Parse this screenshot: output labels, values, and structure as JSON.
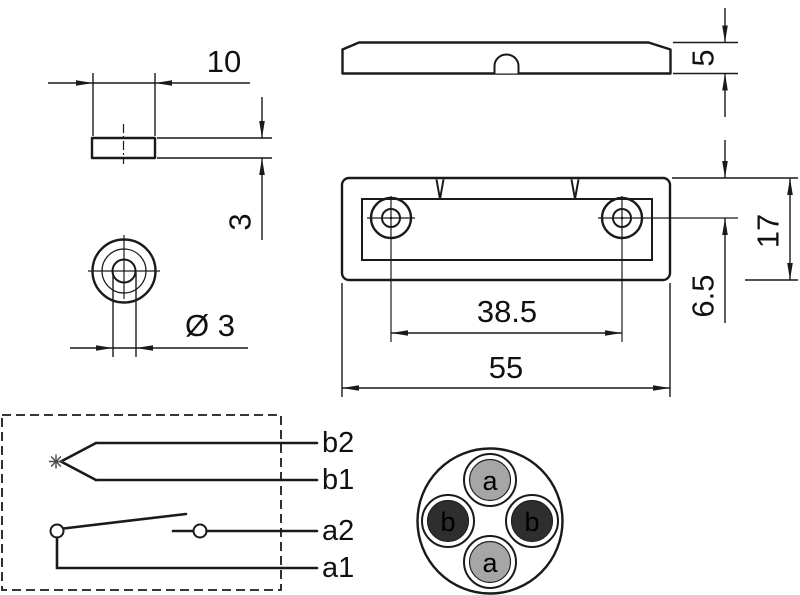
{
  "drawing": {
    "line_color": "#1a1a1a",
    "background": "#ffffff",
    "magnet_side_view": {
      "width_dim": "10",
      "thickness_dim": "3"
    },
    "magnet_top_view": {
      "diameter_dim": "Ø 3"
    },
    "switch_side_view": {
      "height_dim": "5"
    },
    "switch_front_view": {
      "hole_spacing_dim": "38.5",
      "total_width_dim": "55",
      "height_dim": "17",
      "hole_offset_dim": "6.5"
    }
  },
  "schematic": {
    "terminals": [
      {
        "label": "b2"
      },
      {
        "label": "b1"
      },
      {
        "label": "a2"
      },
      {
        "label": "a1"
      }
    ]
  },
  "cable": {
    "conductors": [
      {
        "label": "a",
        "fill": "#a6a6a6",
        "position": "top"
      },
      {
        "label": "b",
        "fill": "#2e2e2e",
        "position": "left"
      },
      {
        "label": "b",
        "fill": "#2e2e2e",
        "position": "right"
      },
      {
        "label": "a",
        "fill": "#a6a6a6",
        "position": "bottom"
      }
    ]
  }
}
